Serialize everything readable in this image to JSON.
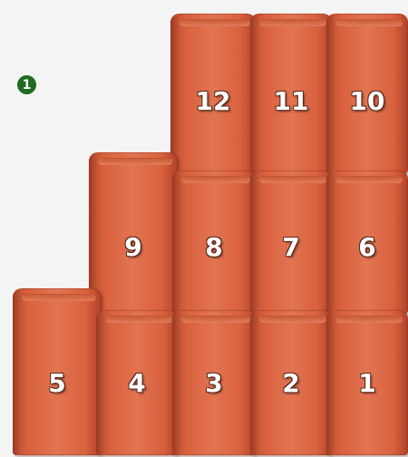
{
  "step": {
    "number": "1"
  },
  "tiles": [
    {
      "label": "1"
    },
    {
      "label": "2"
    },
    {
      "label": "3"
    },
    {
      "label": "4"
    },
    {
      "label": "5"
    },
    {
      "label": "6"
    },
    {
      "label": "7"
    },
    {
      "label": "8"
    },
    {
      "label": "9"
    },
    {
      "label": "10"
    },
    {
      "label": "11"
    },
    {
      "label": "12"
    }
  ],
  "colors": {
    "tile": "#d9613e",
    "badge": "#1f6b1f",
    "background": "#f4f4f4"
  }
}
